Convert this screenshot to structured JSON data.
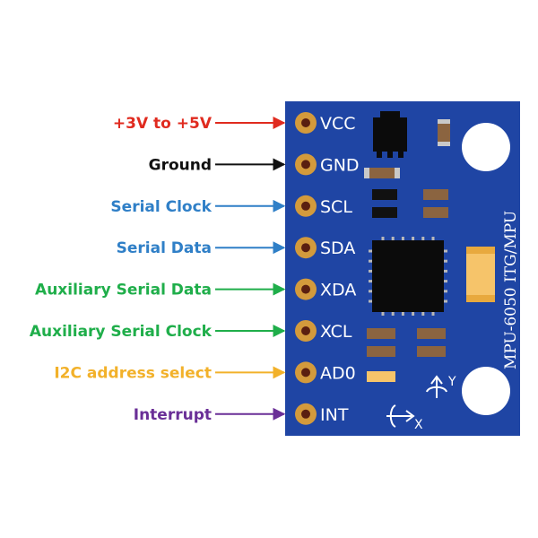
{
  "board": {
    "title": "MPU-6050 ITG/MPU",
    "axis_x": "X",
    "axis_y": "Y",
    "colors": {
      "pcb": "#1f45a4",
      "pad": "#d39a3c",
      "hole": "#ffffff",
      "chip": "#0b0b0b"
    }
  },
  "pins": [
    {
      "pin": "VCC",
      "label": "+3V to +5V",
      "color": "#e02b1f"
    },
    {
      "pin": "GND",
      "label": "Ground",
      "color": "#111111"
    },
    {
      "pin": "SCL",
      "label": "Serial Clock",
      "color": "#2f7fc7"
    },
    {
      "pin": "SDA",
      "label": "Serial Data",
      "color": "#2f7fc7"
    },
    {
      "pin": "XDA",
      "label": "Auxiliary Serial Data",
      "color": "#1fae4a"
    },
    {
      "pin": "XCL",
      "label": "Auxiliary Serial Clock",
      "color": "#1fae4a"
    },
    {
      "pin": "AD0",
      "label": "I2C address select",
      "color": "#f2b12a"
    },
    {
      "pin": "INT",
      "label": "Interrupt",
      "color": "#6a2f97"
    }
  ]
}
